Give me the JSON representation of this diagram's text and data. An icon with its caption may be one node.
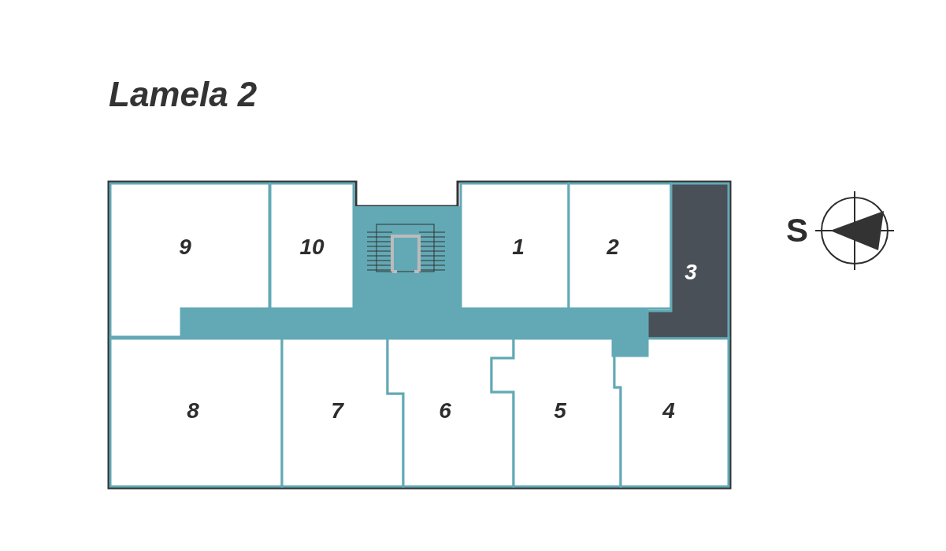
{
  "diagram": {
    "title": "Lamela 2",
    "nodes": [
      {
        "text": [
          "9"
        ]
      },
      {
        "text": [
          "10"
        ]
      },
      {
        "text": [
          "1"
        ]
      },
      {
        "text": [
          "2"
        ]
      },
      {
        "text": [
          "3"
        ]
      },
      {
        "text": [
          "8"
        ]
      },
      {
        "text": [
          "7"
        ]
      },
      {
        "text": [
          "6"
        ]
      },
      {
        "text": [
          "5"
        ]
      },
      {
        "text": [
          "4"
        ]
      }
    ],
    "edges": [],
    "labels": [
      "S"
    ]
  }
}
